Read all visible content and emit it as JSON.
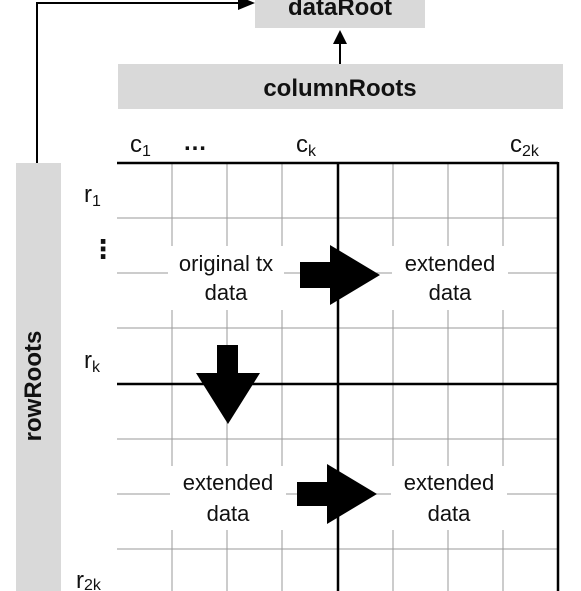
{
  "data_root": {
    "label": "dataRoot"
  },
  "column_roots": {
    "label": "columnRoots"
  },
  "row_roots": {
    "label": "rowRoots"
  },
  "column_headers": {
    "first": {
      "base": "c",
      "sub": "1"
    },
    "ellipsis": "…",
    "middle": {
      "base": "c",
      "sub": "k"
    },
    "last": {
      "base": "c",
      "sub": "2k"
    }
  },
  "row_headers": {
    "first": {
      "base": "r",
      "sub": "1"
    },
    "ellipsis": "⋮",
    "middle": {
      "base": "r",
      "sub": "k"
    },
    "last": {
      "base": "r",
      "sub": "2k"
    }
  },
  "quadrants": {
    "top_left": {
      "line1": "original tx",
      "line2": "data"
    },
    "top_right": {
      "line1": "extended",
      "line2": "data"
    },
    "bottom_left": {
      "line1": "extended",
      "line2": "data"
    },
    "bottom_right": {
      "line1": "extended",
      "line2": "data"
    }
  },
  "colors": {
    "box_fill": "#d9d9d9",
    "grid_thin": "#9a9a9a",
    "grid_thick": "#000000"
  },
  "icons": [
    "right-arrow-icon",
    "down-arrow-icon",
    "up-arrow-icon"
  ]
}
